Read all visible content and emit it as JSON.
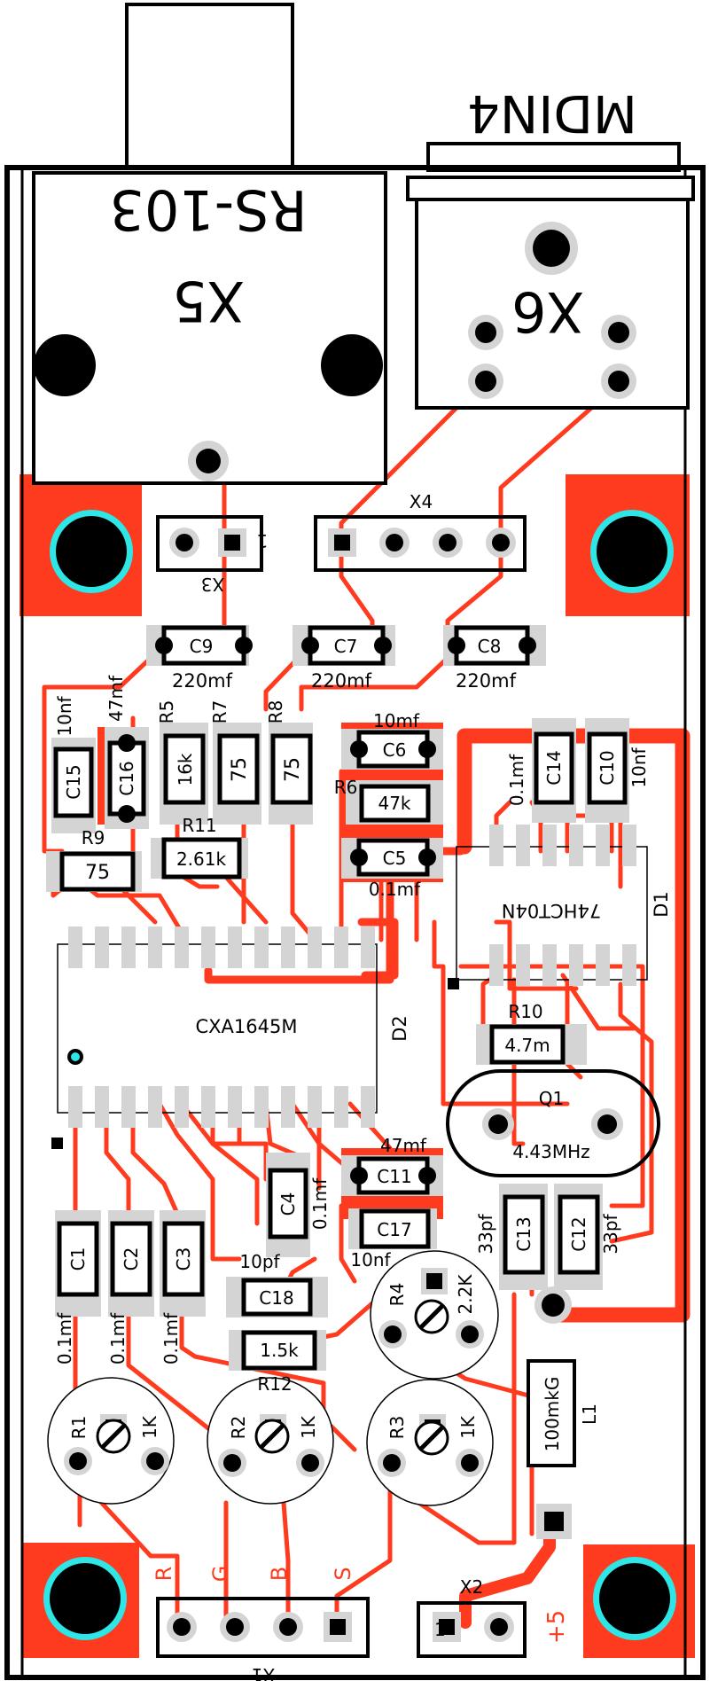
{
  "connectors": {
    "x5_name": "X5",
    "x5_part": "RS-103",
    "x6_name": "X6",
    "x6_part": "MDIN4",
    "x3_name": "X3",
    "x3_pin": "1",
    "x4_name": "X4",
    "x1_name": "X1",
    "x1_pins": [
      "R",
      "G",
      "B",
      "S"
    ],
    "x2_name": "X2",
    "x2_pin": "1",
    "x2_power": "+5"
  },
  "chips": {
    "d2_name": "D2",
    "d2_part": "CXA1645M",
    "d1_name": "D1",
    "d1_part": "74HCT04N"
  },
  "crystal": {
    "name": "Q1",
    "freq": "4.43MHz"
  },
  "inductor": {
    "name": "L1",
    "value": "100mkG"
  },
  "capacitors": {
    "c9": "C9",
    "c9_val": "220mf",
    "c7": "C7",
    "c7_val": "220mf",
    "c8": "C8",
    "c8_val": "220mf",
    "c15": "C15",
    "c15_val": "10nf",
    "c16": "C16",
    "c16_val": "47mf",
    "c6": "C6",
    "c6_val": "10mf",
    "c5": "C5",
    "c5_val": "0.1mf",
    "c14": "C14",
    "c14_val": "0.1mf",
    "c10": "C10",
    "c10_val": "10nf",
    "c11": "C11",
    "c11_val": "47mf",
    "c17": "C17",
    "c17_val": "10nf",
    "c4": "C4",
    "c4_val": "0.1mf",
    "c18": "C18",
    "c18_val": "10pf",
    "c13": "C13",
    "c13_val": "33pf",
    "c12": "C12",
    "c12_val": "33pf",
    "c1": "C1",
    "c1_val": "0.1mf",
    "c2": "C2",
    "c2_val": "0.1mf",
    "c3": "C3",
    "c3_val": "0.1mf"
  },
  "resistors": {
    "r5": "R5",
    "r5_val": "16k",
    "r7": "R7",
    "r7_val": "75",
    "r8": "R8",
    "r8_val": "75",
    "r6": "R6",
    "r6_val": "47k",
    "r9": "R9",
    "r9_val": "75",
    "r11": "R11",
    "r11_val": "2.61k",
    "r10": "R10",
    "r10_val": "4.7m",
    "r12": "R12",
    "r12_val": "1.5k"
  },
  "trimmers": {
    "r1": "R1",
    "r1_val": "1K",
    "r2": "R2",
    "r2_val": "1K",
    "r3": "R3",
    "r3_val": "1K",
    "r4": "R4",
    "r4_val": "2.2K"
  },
  "colors": {
    "trace": "#ff3b1f",
    "pad": "#cfcfcf",
    "ring": "#2ee6e6",
    "ink": "#000000"
  }
}
